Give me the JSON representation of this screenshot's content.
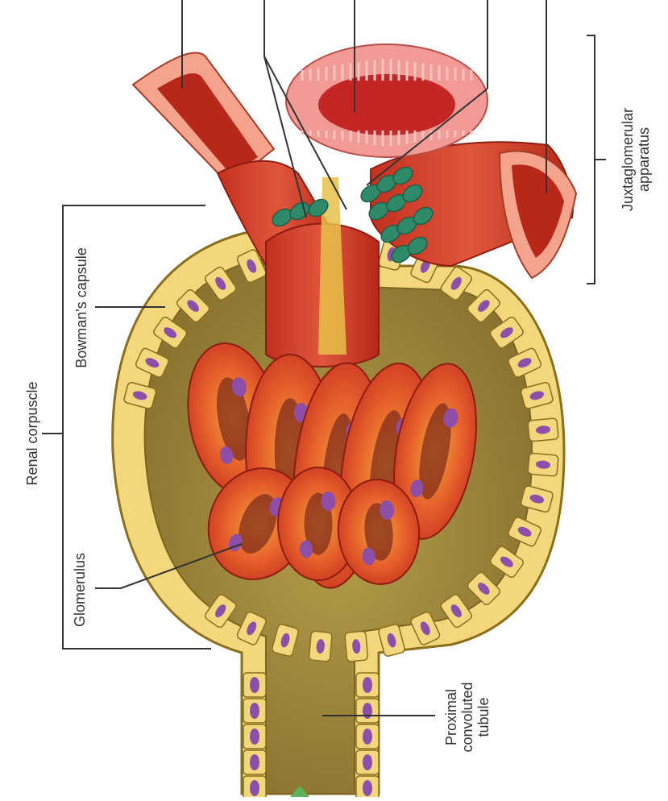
{
  "labels": {
    "renal_corpuscle": "Renal corpuscle",
    "bowmans_capsule": "Bowman's capsule",
    "glomerulus": "Glomerulus",
    "juxtaglomerular_line1": "Juxtaglomerular",
    "juxtaglomerular_line2": "apparatus",
    "proximal_line1": "Proximal",
    "proximal_line2": "convoluted",
    "proximal_line3": "tubule"
  },
  "colors": {
    "capsule_cell": "#f2d77c",
    "capsule_lumen": "#a08a3a",
    "vessel": "#d7402c",
    "vessel_dark": "#9e1f14",
    "vessel_skin": "#f4a48c",
    "nucleus": "#8e4fa8",
    "macula_densa": "#e87a7a",
    "jg_cells": "#2f8a6a",
    "leader": "#333333"
  }
}
